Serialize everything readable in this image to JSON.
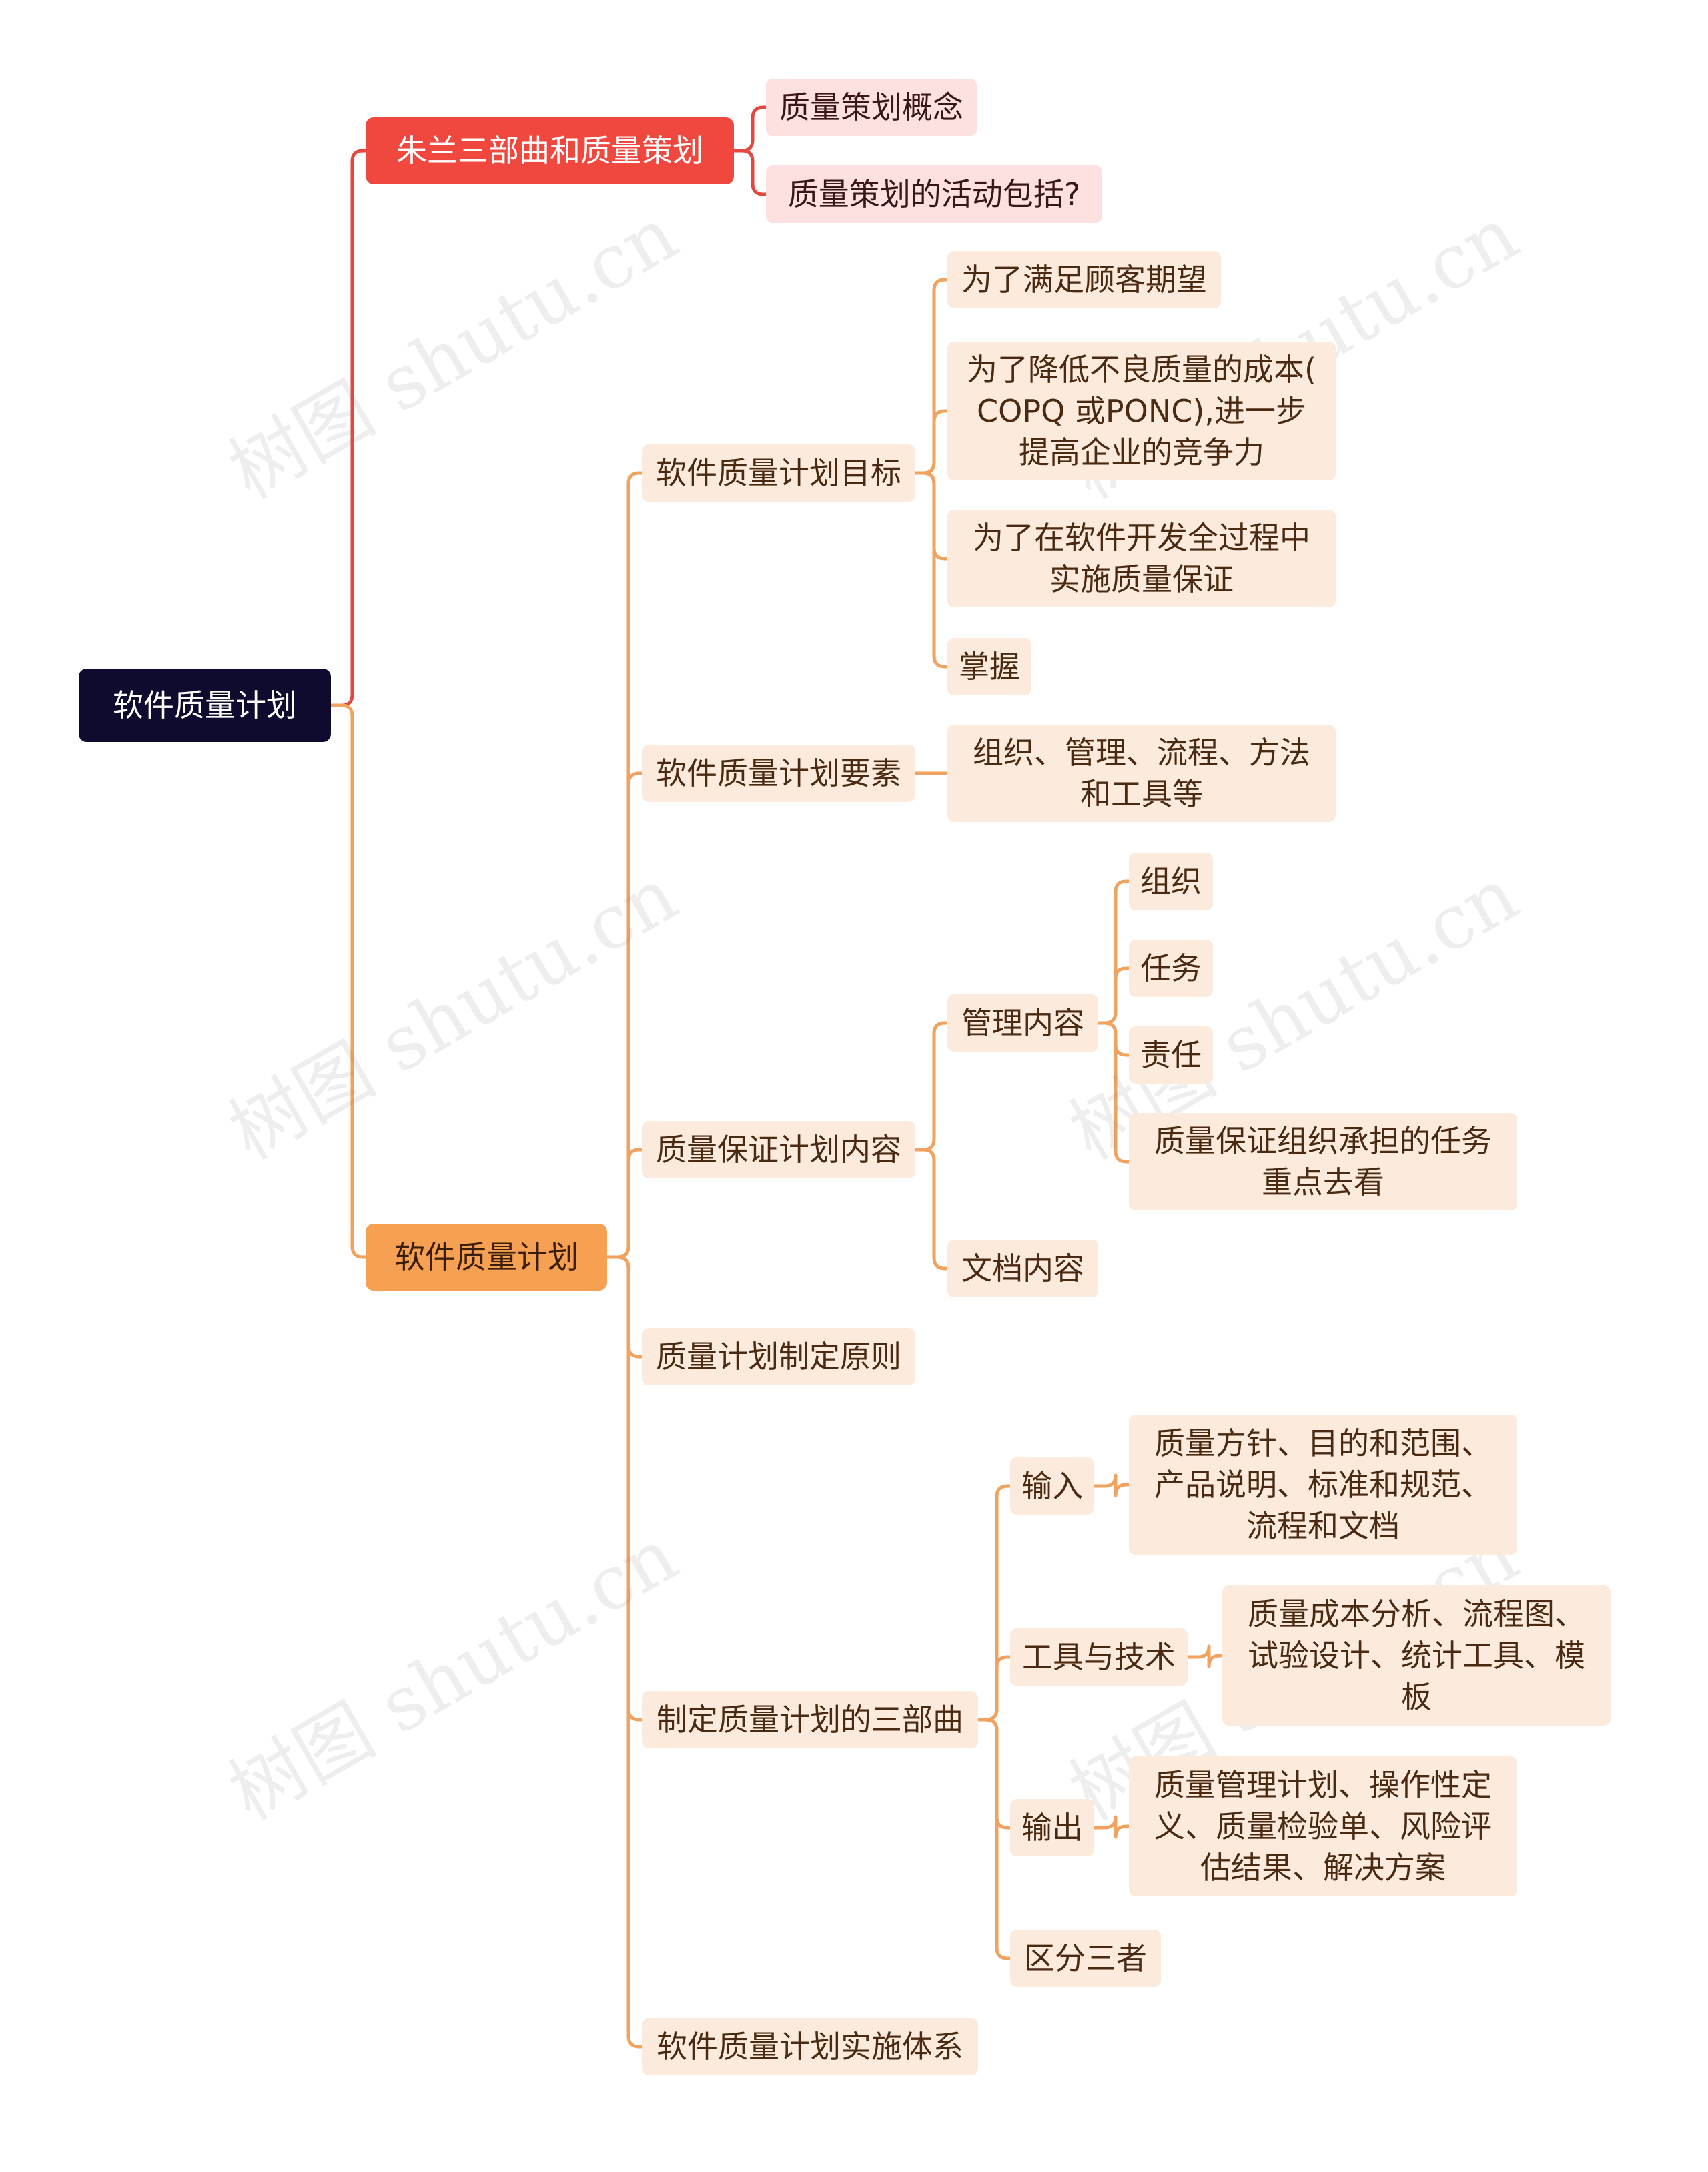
{
  "colors": {
    "red_branch": "#e5463d",
    "orange_branch": "#f0a25e"
  },
  "root": {
    "label": "软件质量计划"
  },
  "branch_red": {
    "label": "朱兰三部曲和质量策划",
    "children": [
      "质量策划概念",
      "质量策划的活动包括?"
    ]
  },
  "branch_orange": {
    "label": "软件质量计划",
    "goals": {
      "label": "软件质量计划目标",
      "children": [
        "为了满足顾客期望",
        "为了降低不良质量的成本(\nCOPQ 或PONC),进一步\n提高企业的竞争力",
        "为了在软件开发全过程中\n实施质量保证",
        "掌握"
      ]
    },
    "elements": {
      "label": "软件质量计划要素",
      "children": [
        "组织、管理、流程、方法\n和工具等"
      ]
    },
    "qa_content": {
      "label": "质量保证计划内容",
      "mgmt": {
        "label": "管理内容",
        "children": [
          "组织",
          "任务",
          "责任",
          "质量保证组织承担的任务\n重点去看"
        ]
      },
      "doc": {
        "label": "文档内容"
      }
    },
    "principles": {
      "label": "质量计划制定原则"
    },
    "trilogy": {
      "label": "制定质量计划的三部曲",
      "input": {
        "label": "输入",
        "detail": "质量方针、目的和范围、\n产品说明、标准和规范、\n流程和文档"
      },
      "tools": {
        "label": "工具与技术",
        "detail": "质量成本分析、流程图、\n试验设计、统计工具、模\n板"
      },
      "output": {
        "label": "输出",
        "detail": "质量管理计划、操作性定\n义、质量检验单、风险评\n估结果、解决方案"
      },
      "distinguish": {
        "label": "区分三者"
      }
    },
    "implementation": {
      "label": "软件质量计划实施体系"
    }
  },
  "watermark": "树图 shutu.cn"
}
